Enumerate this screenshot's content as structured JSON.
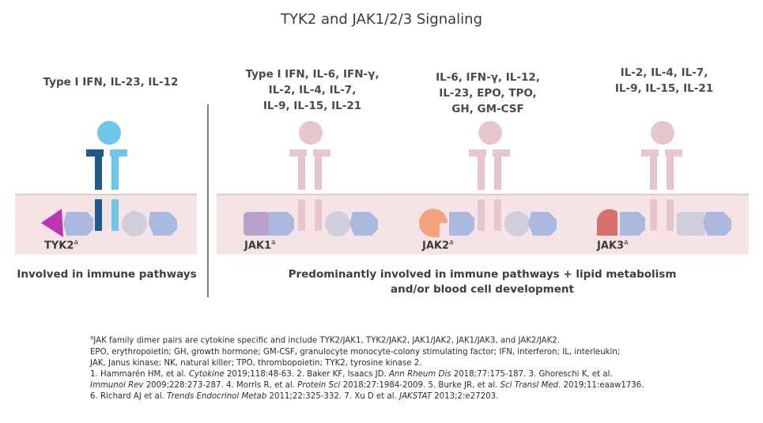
{
  "title": "TYK2 and JAK1/2/3 Signaling",
  "colors": {
    "membrane": "#f6e3e6",
    "receptor_pale": "#e6c6cc",
    "tyk2_dark": "#1e5a8a",
    "tyk2_light": "#6ec6e8",
    "tyk2_kinase": "#c032b4",
    "jak1_kinase": "#b8a2cc",
    "jak2_kinase": "#f4a37c",
    "jak3_kinase": "#d87070",
    "domain_blue": "#a9b9df",
    "domain_gray": "#cfcfdb",
    "divider": "#555555"
  },
  "panels": [
    {
      "id": "tyk2",
      "label": "TYK2",
      "label_sup": "a",
      "cytokines": [
        "Type I IFN, IL-23, IL-12"
      ]
    },
    {
      "id": "jak1",
      "label": "JAK1",
      "label_sup": "a",
      "cytokines": [
        "Type I IFN, IL-6, IFN-γ,",
        "IL-2, IL-4, IL-7,",
        "IL-9, IL-15, IL-21"
      ]
    },
    {
      "id": "jak2",
      "label": "JAK2",
      "label_sup": "a",
      "cytokines": [
        "IL-6, IFN-γ, IL-12,",
        "IL-23, EPO, TPO,",
        "GH, GM-CSF"
      ]
    },
    {
      "id": "jak3",
      "label": "JAK3",
      "label_sup": "a",
      "cytokines": [
        "IL-2, IL-4, IL-7,",
        "IL-9, IL-15, IL-21"
      ]
    }
  ],
  "captions": {
    "left": "Involved in immune pathways",
    "right_line1": "Predominantly involved in immune pathways + lipid metabolism",
    "right_line2": "and/or blood cell development"
  },
  "footnotes": {
    "sup": "a",
    "line1": "JAK family dimer pairs are cytokine specific and include TYK2/JAK1, TYK2/JAK2, JAK1/JAK2, JAK1/JAK3, and JAK2/JAK2.",
    "line2": "EPO, erythropoietin; GH, growth hormone; GM-CSF, granulocyte monocyte-colony stimulating factor; IFN, interferon; IL, interleukin;",
    "line3": "JAK, Janus kinase; NK, natural killer; TPO, thrombopoietin; TYK2, tyrosine kinase 2.",
    "ref1": {
      "a": "1. Hammarén HM, et al. ",
      "a_i": "Cytokine",
      "b": " 2019;118:48-63. 2. Baker KF, Isaacs JD. ",
      "b_i": "Ann Rheum Dis",
      "c": " 2018;77:175-187. 3. Ghoreschi K, et al."
    },
    "ref2": {
      "a_i": "Immunol Rev",
      "a": " 2009;228:273-287. 4. Morris R, et al. ",
      "b_i": "Protein Sci",
      "b": " 2018;27:1984-2009. 5. Burke JR, et al. ",
      "c_i": "Sci Transl Med",
      "c": ". 2019;11:eaaw1736."
    },
    "ref3": {
      "a": "6. Richard AJ et al. ",
      "a_i": "Trends Endocrinol Metab",
      "b": " 2011;22:325-332. 7. Xu D et al. ",
      "b_i": "JAKSTAT",
      "c": " 2013;2:e27203."
    }
  }
}
